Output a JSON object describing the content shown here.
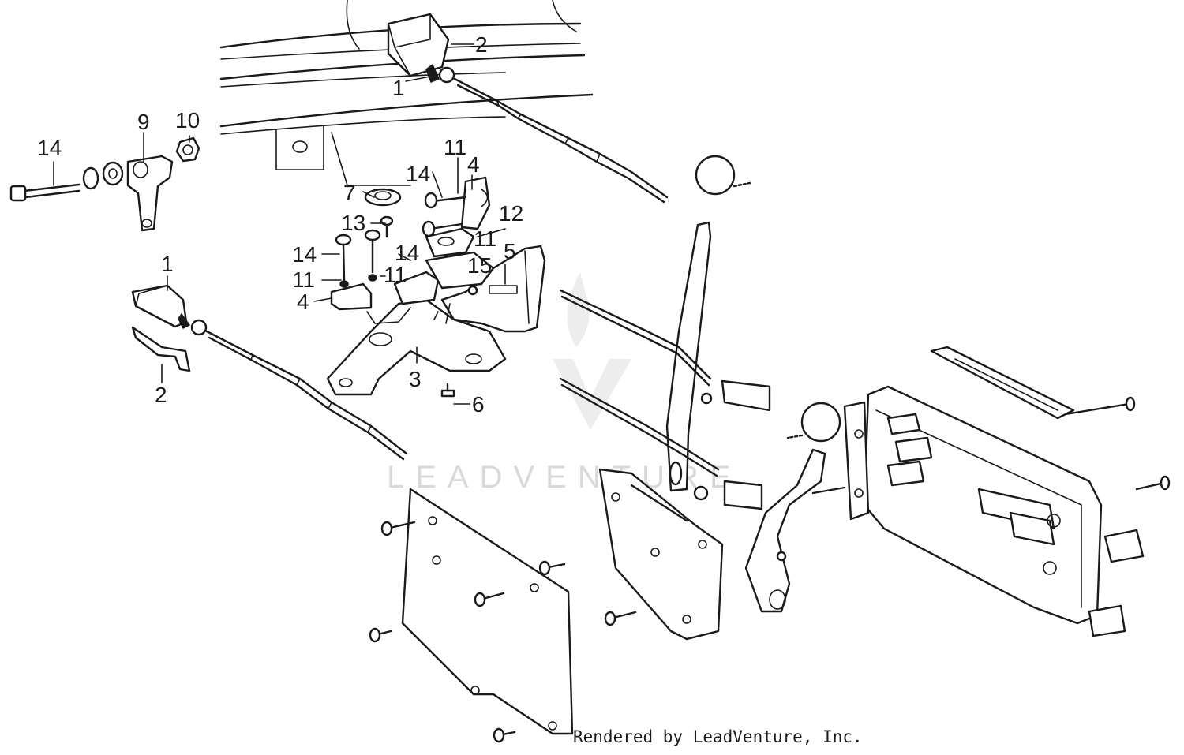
{
  "callouts": [
    {
      "id": "c-2-top",
      "text": "2"
    },
    {
      "id": "c-1-top",
      "text": "1"
    },
    {
      "id": "c-9",
      "text": "9"
    },
    {
      "id": "c-10",
      "text": "10"
    },
    {
      "id": "c-14-left",
      "text": "14"
    },
    {
      "id": "c-11-a",
      "text": "11"
    },
    {
      "id": "c-14-b",
      "text": "14"
    },
    {
      "id": "c-4-a",
      "text": "4"
    },
    {
      "id": "c-7",
      "text": "7"
    },
    {
      "id": "c-12",
      "text": "12"
    },
    {
      "id": "c-13",
      "text": "13"
    },
    {
      "id": "c-11-b",
      "text": "11"
    },
    {
      "id": "c-14-c",
      "text": "14"
    },
    {
      "id": "c-14-d",
      "text": "14"
    },
    {
      "id": "c-15",
      "text": "15"
    },
    {
      "id": "c-5",
      "text": "5"
    },
    {
      "id": "c-11-c",
      "text": "11"
    },
    {
      "id": "c-11-d",
      "text": "11"
    },
    {
      "id": "c-4-b",
      "text": "4"
    },
    {
      "id": "c-1-left",
      "text": "1"
    },
    {
      "id": "c-3",
      "text": "3"
    },
    {
      "id": "c-6",
      "text": "6"
    },
    {
      "id": "c-2-left",
      "text": "2"
    }
  ],
  "watermark": "LEADVENTURE",
  "credit": "Rendered by LeadVenture, Inc."
}
